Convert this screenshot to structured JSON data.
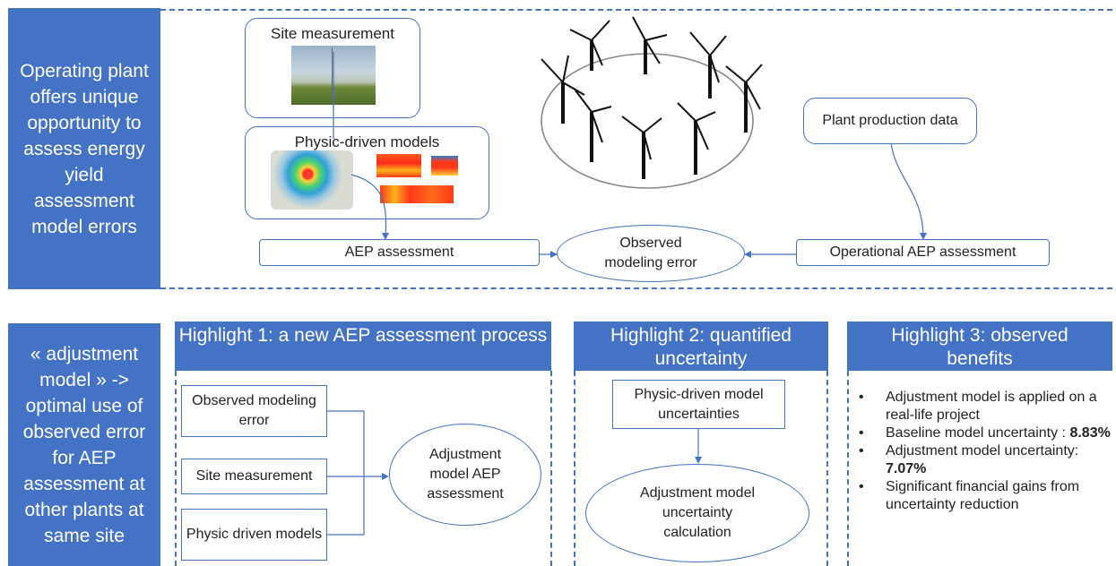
{
  "top": {
    "panel_text": "Operating plant offers unique opportunity to assess energy yield assessment model errors",
    "site_measurement": "Site measurement",
    "physic_models": "Physic-driven models",
    "aep_assessment": "AEP assessment",
    "observed_error_line1": "Observed",
    "observed_error_line2": "modeling error",
    "plant_production": "Plant production data",
    "operational_aep": "Operational AEP assessment"
  },
  "bottom": {
    "panel_text": "« adjustment model » -> optimal use  of observed error for AEP assessment at other plants at same site",
    "highlight1": {
      "title": "Highlight 1: a new AEP assessment process",
      "box1": "Observed modeling error",
      "box2": "Site measurement",
      "box3": "Physic driven models",
      "oval": "Adjustment model AEP assessment"
    },
    "highlight2": {
      "title": "Highlight 2: quantified uncertainty",
      "box": "Physic-driven model uncertainties",
      "oval": "Adjustment model uncertainty calculation"
    },
    "highlight3": {
      "title": "Highlight 3: observed benefits",
      "b1": "Adjustment model is applied on a real-life project",
      "b2_text": "Baseline model uncertainty : ",
      "b2_value": "8.83%",
      "b3_text": "Adjustment model uncertainty: ",
      "b3_value": "7.07%",
      "b4": "Significant financial gains from uncertainty reduction"
    }
  }
}
